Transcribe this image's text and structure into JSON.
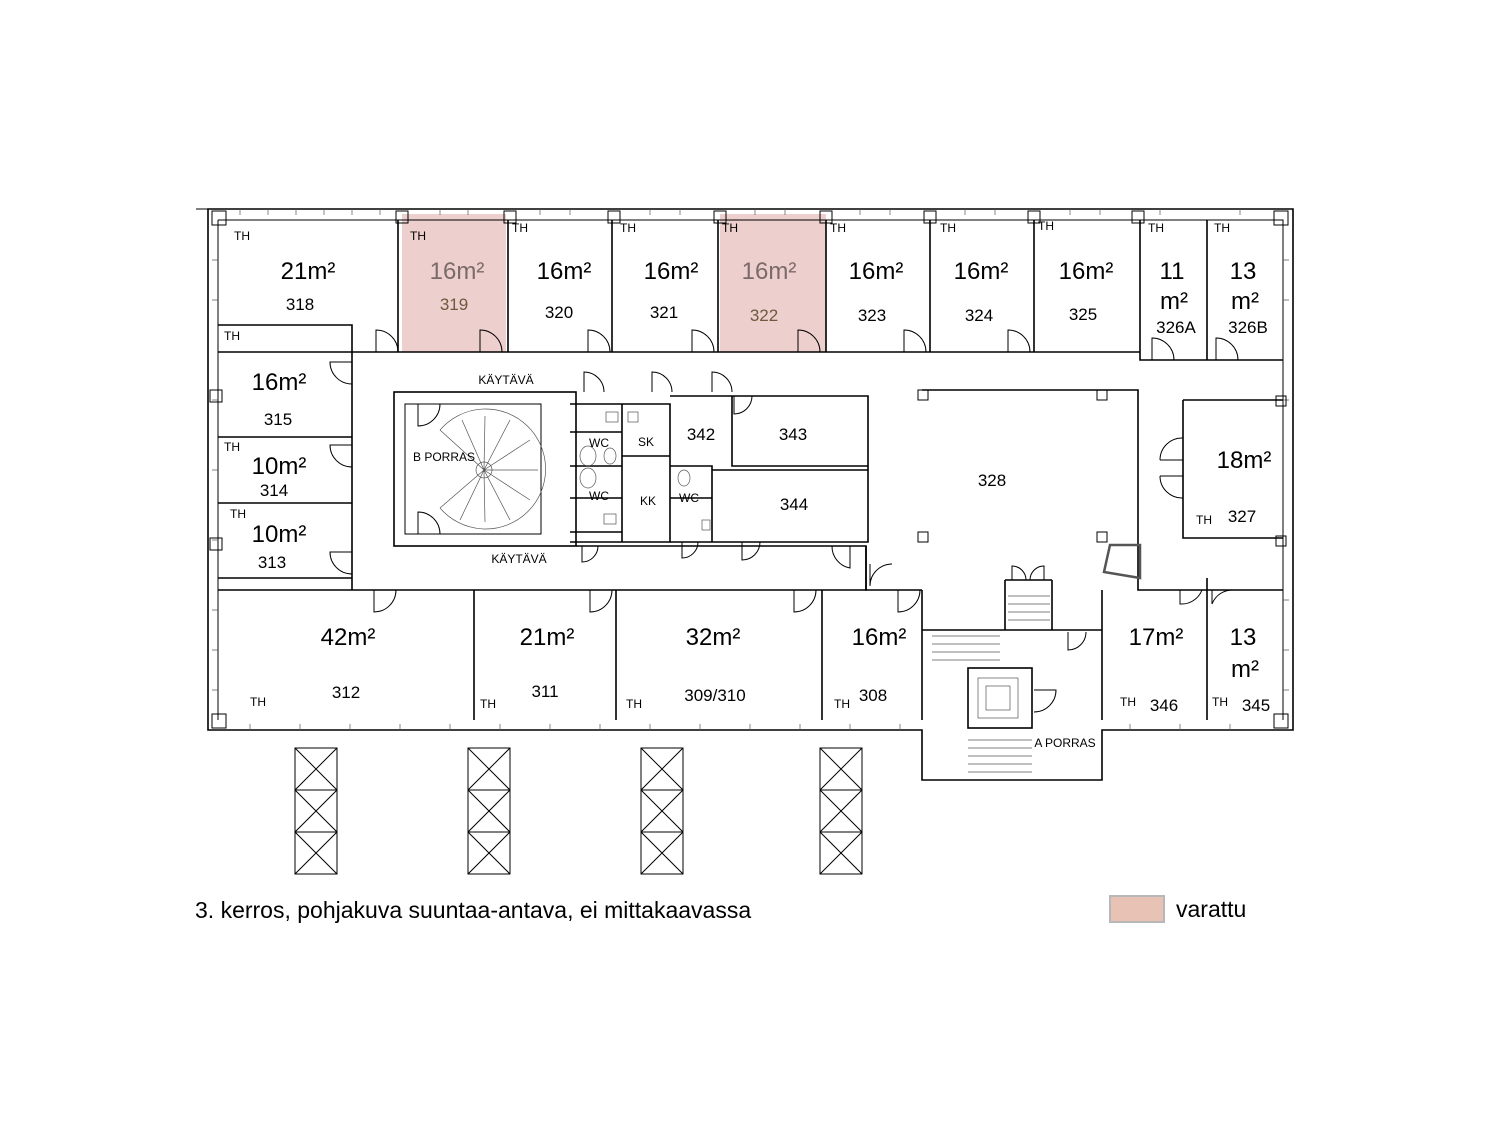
{
  "floor_title": "3. kerros, pohjakuva suuntaa-antava, ei mittakaavassa",
  "legend": {
    "label": "varattu",
    "color": "#e8c2b4"
  },
  "reserved_fill": "#edcfcd",
  "th": "TH",
  "rooms": {
    "r318": {
      "area": "21m²",
      "num": "318"
    },
    "r319": {
      "area": "16m²",
      "num": "319"
    },
    "r320": {
      "area": "16m²",
      "num": "320"
    },
    "r321": {
      "area": "16m²",
      "num": "321"
    },
    "r322": {
      "area": "16m²",
      "num": "322"
    },
    "r323": {
      "area": "16m²",
      "num": "323"
    },
    "r324": {
      "area": "16m²",
      "num": "324"
    },
    "r325": {
      "area": "16m²",
      "num": "325"
    },
    "r326a": {
      "area1": "11",
      "area2": "m²",
      "num": "326A"
    },
    "r326b": {
      "area1": "13",
      "area2": "m²",
      "num": "326B"
    },
    "r315": {
      "area": "16m²",
      "num": "315"
    },
    "r314": {
      "area": "10m²",
      "num": "314"
    },
    "r313": {
      "area": "10m²",
      "num": "313"
    },
    "r327": {
      "area": "18m²",
      "num": "327"
    },
    "r328": {
      "num": "328"
    },
    "r342": {
      "num": "342"
    },
    "r343": {
      "num": "343"
    },
    "r344": {
      "num": "344"
    },
    "r312": {
      "area": "42m²",
      "num": "312"
    },
    "r311": {
      "area": "21m²",
      "num": "311"
    },
    "r309": {
      "area": "32m²",
      "num": "309/310"
    },
    "r308": {
      "area": "16m²",
      "num": "308"
    },
    "r346": {
      "area": "17m²",
      "num": "346"
    },
    "r345": {
      "area1": "13",
      "area2": "m²",
      "num": "345"
    }
  },
  "labels": {
    "corridor_top": "KÄYTÄVÄ",
    "corridor_bottom": "KÄYTÄVÄ",
    "b_stair": "B PORRAS",
    "a_stair": "A PORRAS",
    "wc": "WC",
    "sk": "SK",
    "kk": "KK"
  }
}
